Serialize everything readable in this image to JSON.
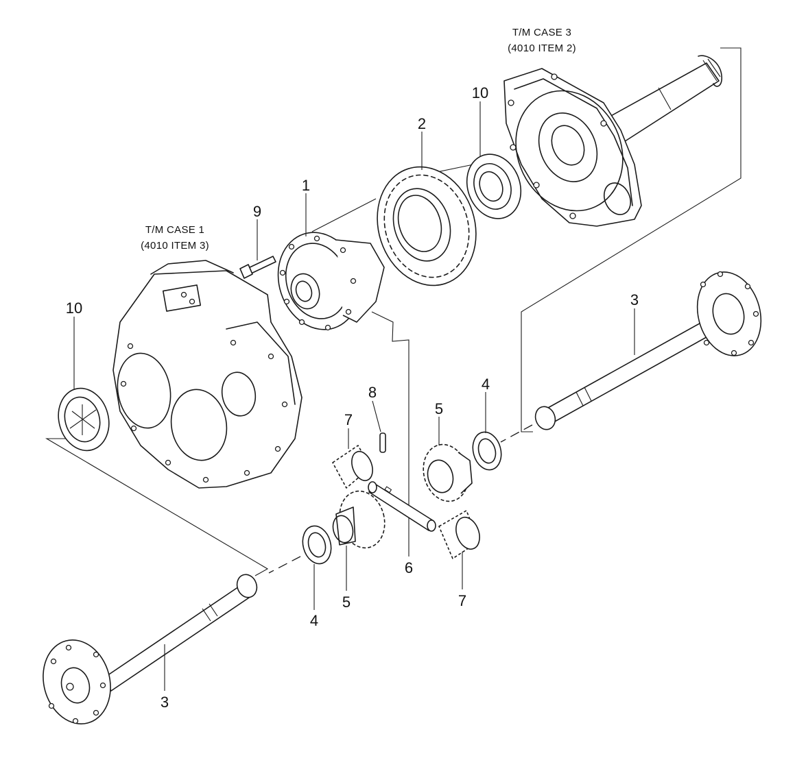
{
  "captions": {
    "case3_line1": "T/M CASE 3",
    "case3_line2": "(4010 ITEM 2)",
    "case1_line1": "T/M CASE 1",
    "case1_line2": "(4010 ITEM 3)"
  },
  "callouts": {
    "item1": "1",
    "item2": "2",
    "item3_right": "3",
    "item3_left": "3",
    "item4_right": "4",
    "item4_left": "4",
    "item5_right": "5",
    "item5_left": "5",
    "item6": "6",
    "item7_top": "7",
    "item7_bottom": "7",
    "item8": "8",
    "item9": "9",
    "item10_top": "10",
    "item10_left": "10"
  }
}
